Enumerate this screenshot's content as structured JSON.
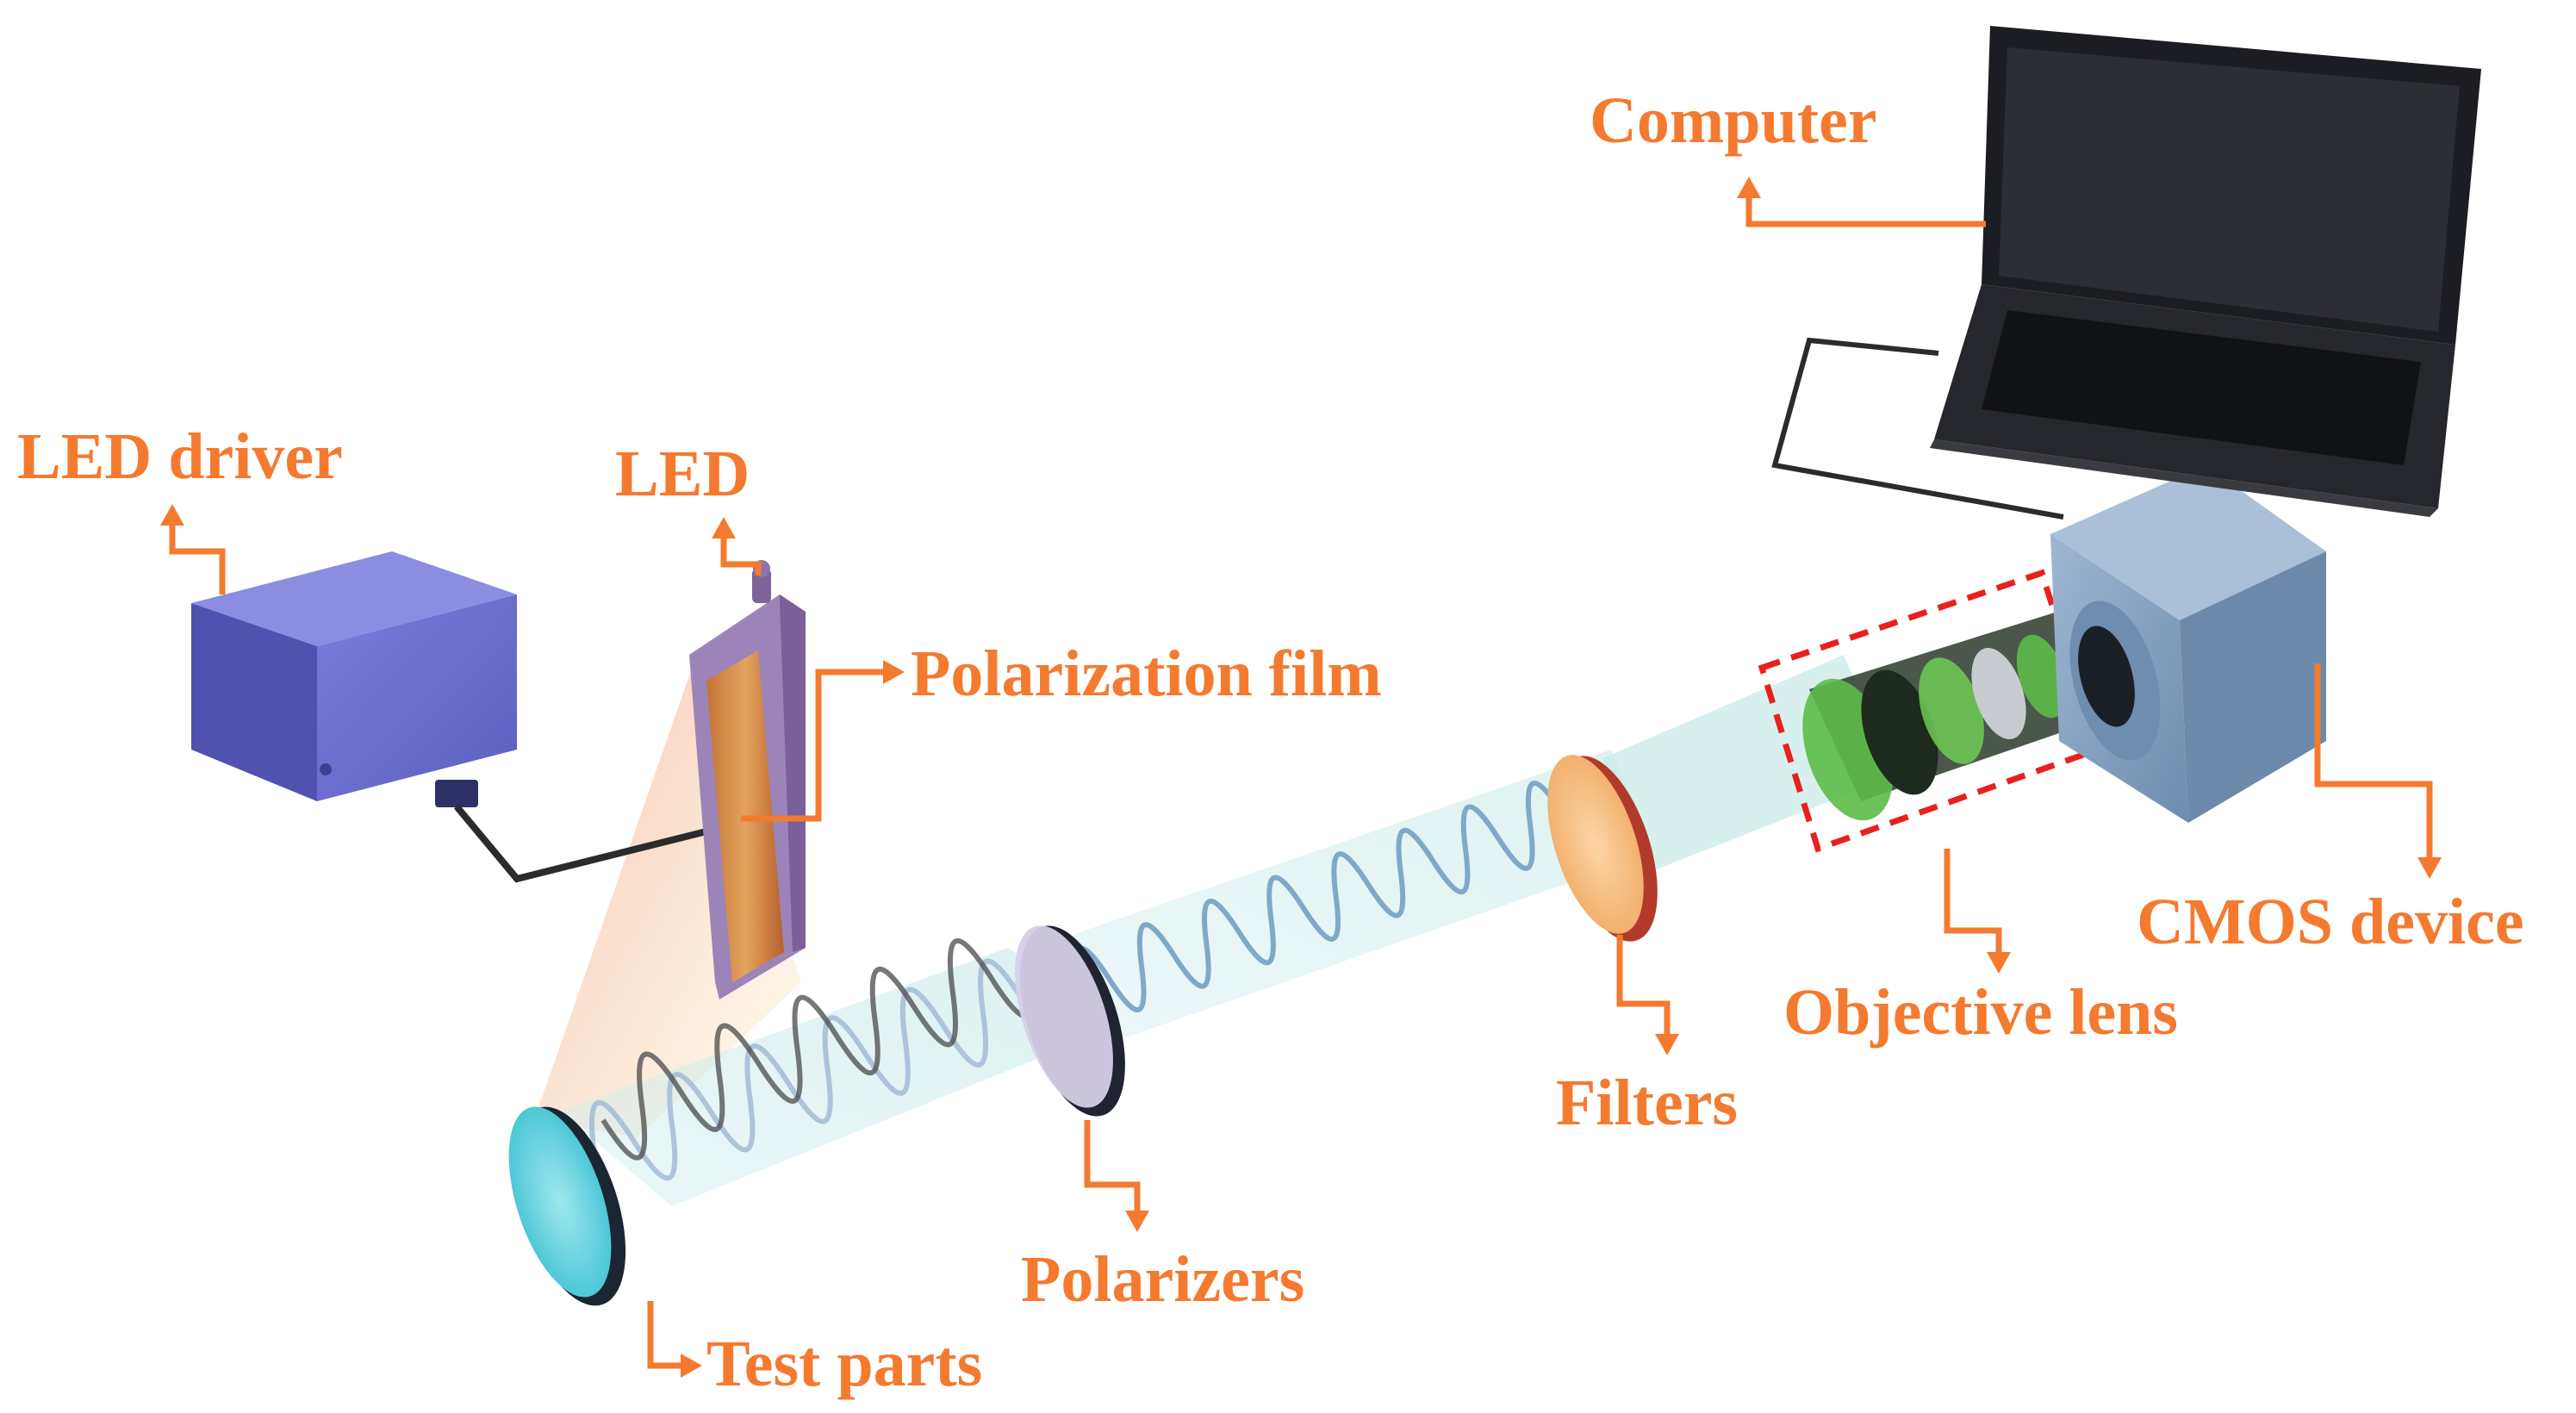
{
  "labels": {
    "computer": "Computer",
    "led_driver": "LED driver",
    "led": "LED",
    "polarization_film": "Polarization film",
    "cmos_device": "CMOS device",
    "objective_lens": "Objective lens",
    "filters": "Filters",
    "polarizers": "Polarizers",
    "test_parts": "Test parts"
  },
  "colors": {
    "label": "#F47A30",
    "led_driver": "#5C5FC0",
    "led_housing": "#9070A8",
    "cmos": "#7E9DBE",
    "lens_green": "#4CAF3A",
    "beam": "#BFE6E4",
    "wave": "#7FA9C9",
    "selection_box": "#E8201E",
    "filter": "#F2B070",
    "test_part": "#43C7D6"
  }
}
